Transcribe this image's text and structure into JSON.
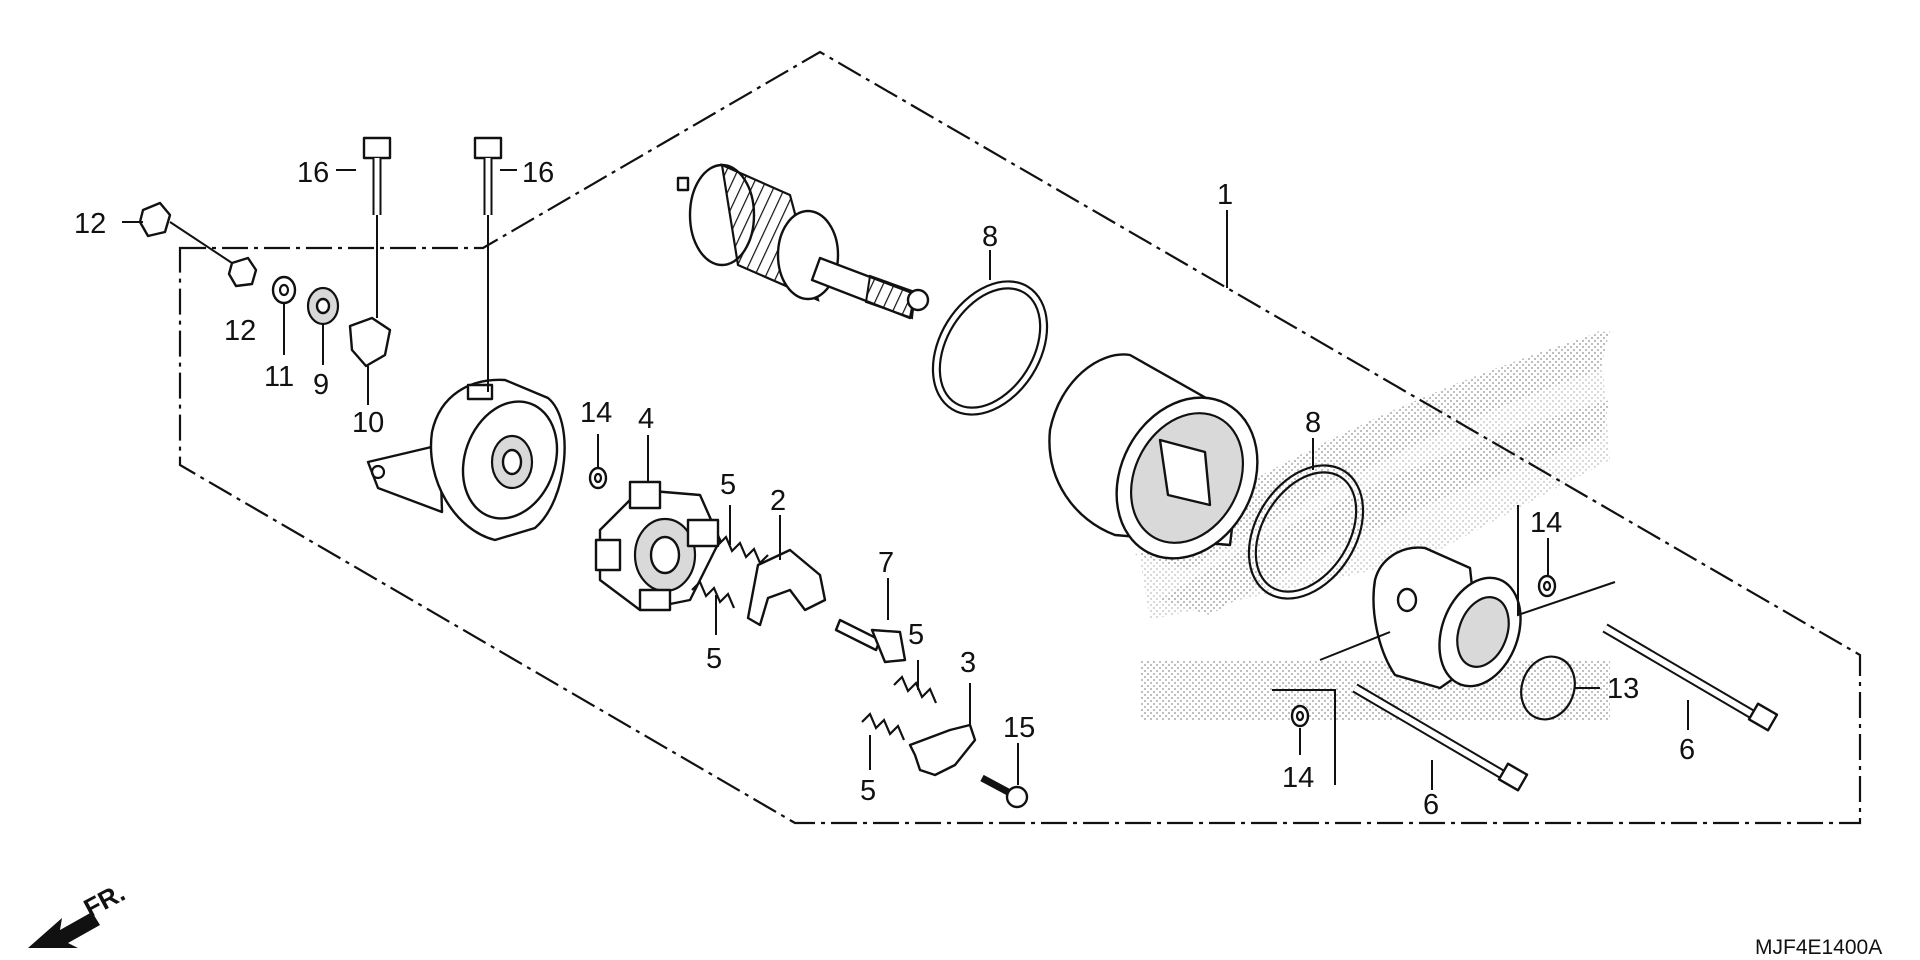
{
  "diagram": {
    "labels": {
      "l1": "1",
      "l2": "2",
      "l3": "3",
      "l4": "4",
      "l5a": "5",
      "l5b": "5",
      "l5c": "5",
      "l5d": "5",
      "l6a": "6",
      "l6b": "6",
      "l7": "7",
      "l8a": "8",
      "l8b": "8",
      "l9": "9",
      "l10": "10",
      "l11": "11",
      "l12a": "12",
      "l12b": "12",
      "l13": "13",
      "l14a": "14",
      "l14b": "14",
      "l14c": "14",
      "l15": "15",
      "l16a": "16",
      "l16b": "16"
    },
    "front_indicator": "FR.",
    "drawing_code": "MJF4E1400A"
  },
  "colors": {
    "ink": "#111111",
    "paper": "#ffffff",
    "watermark": "#cfcfcf"
  }
}
